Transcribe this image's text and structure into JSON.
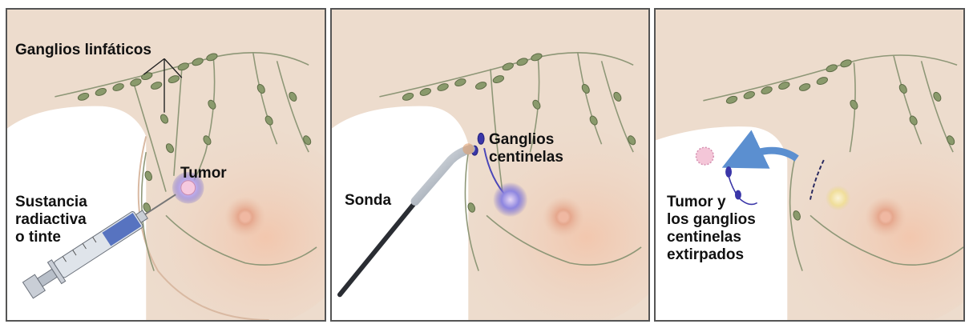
{
  "panels": [
    {
      "id": "injection",
      "labels": {
        "lymph_nodes": "Ganglios linfáticos",
        "tumor": "Tumor",
        "substance": "Sustancia\nradiactiva\no tinte"
      }
    },
    {
      "id": "probe",
      "labels": {
        "probe": "Sonda",
        "sentinel_nodes": "Ganglios\ncentinelas"
      }
    },
    {
      "id": "removal",
      "labels": {
        "removed": "Tumor y\nlos ganglios\ncentinelas\nextirpados"
      }
    }
  ],
  "colors": {
    "skin": "#ecdacb",
    "node": "#8a9a6c",
    "vessel": "#8e9777",
    "tumor": "#7a6fd0",
    "dye": "#4a46b8",
    "arrow": "#5b8fd0",
    "nipple": "#e0a188"
  }
}
